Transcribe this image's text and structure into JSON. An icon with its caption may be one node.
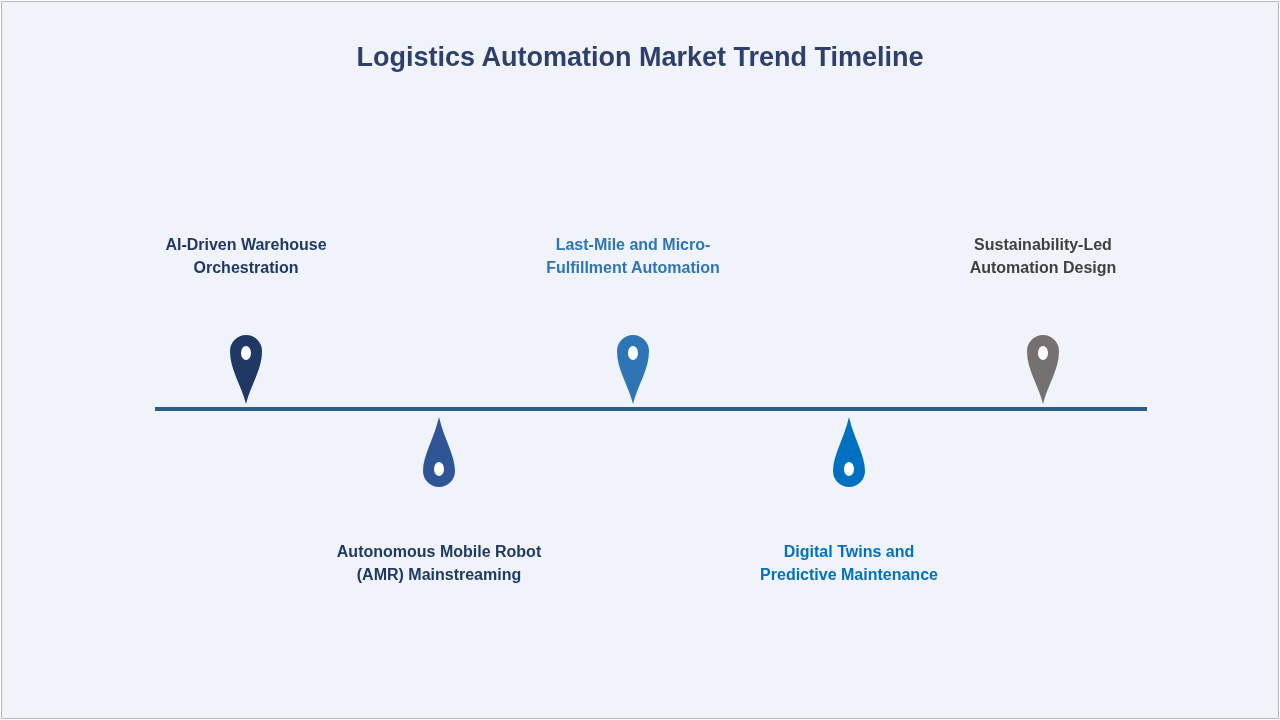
{
  "diagram": {
    "title": "Logistics Automation Market Trend Timeline",
    "nodes": [
      {
        "text": [
          "AI-Driven Warehouse Orchestration"
        ]
      },
      {
        "text": [
          "Autonomous Mobile Robot (AMR) Mainstreaming"
        ]
      },
      {
        "text": [
          "Last-Mile and Micro-Fulfillment Automation"
        ]
      },
      {
        "text": [
          "Digital Twins and Predictive Maintenance"
        ]
      },
      {
        "text": [
          "Sustainability-Led Automation Design"
        ]
      }
    ],
    "edges": []
  }
}
